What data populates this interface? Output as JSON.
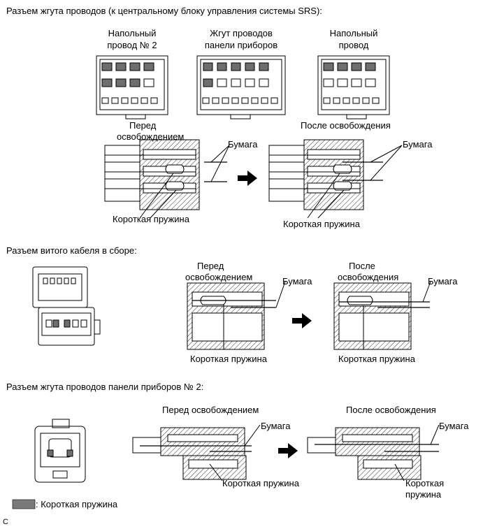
{
  "section1": {
    "heading": "Разъем жгута проводов (к центральному блоку управления системы SRS):",
    "conn_a_line1": "Напольный",
    "conn_a_line2": "провод № 2",
    "conn_b_line1": "Жгут проводов",
    "conn_b_line2": "панели приборов",
    "conn_c_line1": "Напольный",
    "conn_c_line2": "провод",
    "before_line1": "Перед",
    "before_line2": "освобождением",
    "after": "После освобождения",
    "paper": "Бумага",
    "spring": "Короткая пружина"
  },
  "section2": {
    "heading": "Разъем витого кабеля в сборе:",
    "before_line1": "Перед",
    "before_line2": "освобождением",
    "after_line1": "После",
    "after_line2": "освобождения",
    "paper": "Бумага",
    "spring": "Короткая пружина"
  },
  "section3": {
    "heading": "Разъем жгута проводов панели приборов № 2:",
    "before": "Перед освобождением",
    "after": "После освобождения",
    "paper": "Бумага",
    "spring": "Короткая пружина",
    "spring_line1": "Короткая",
    "spring_line2": "пружина"
  },
  "legend": {
    "text": ": Короткая пружина",
    "swatch_color": "#7a7a7a"
  },
  "footer_code": "C"
}
